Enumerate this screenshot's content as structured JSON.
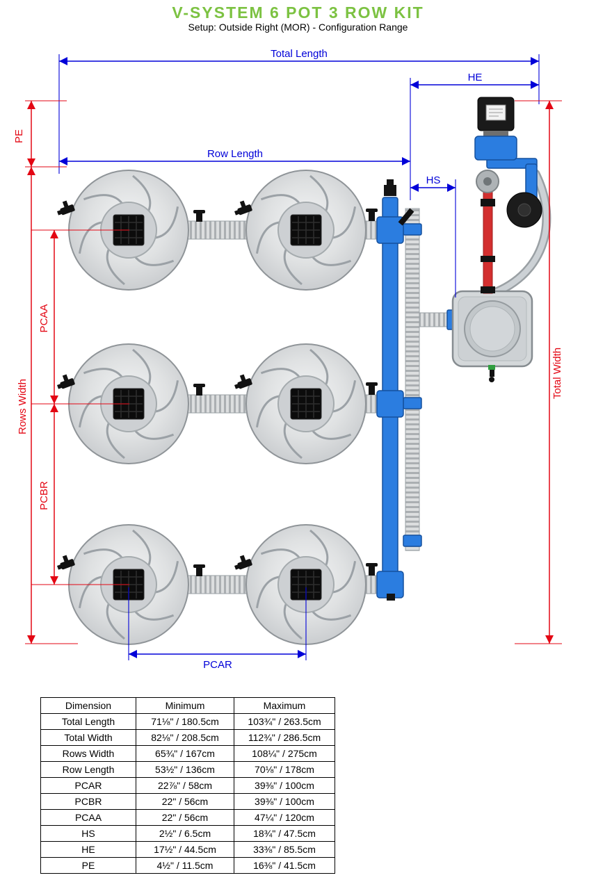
{
  "header": {
    "title": "V-SYSTEM 6 POT 3 ROW KIT",
    "subtitle": "Setup: Outside Right (MOR) - Configuration Range"
  },
  "colors": {
    "title_green": "#7cc242",
    "dimension_blue": "#0000d8",
    "dimension_red": "#e30613",
    "pipe_blue": "#2b7de0"
  },
  "diagram": {
    "labels": {
      "total_length": "Total Length",
      "he": "HE",
      "pe": "PE",
      "row_length": "Row Length",
      "hs": "HS",
      "pcaa": "PCAA",
      "pcbr": "PCBR",
      "rows_width": "Rows Width",
      "total_width": "Total Width",
      "pcar": "PCAR"
    }
  },
  "table": {
    "headers": [
      "Dimension",
      "Minimum",
      "Maximum"
    ],
    "rows": [
      {
        "name": "Total Length",
        "min": "71⅛\" / 180.5cm",
        "max": "103¾\" / 263.5cm",
        "color": "blue"
      },
      {
        "name": "Total Width",
        "min": "82⅛\" / 208.5cm",
        "max": "112¾\" / 286.5cm",
        "color": "red"
      },
      {
        "name": "Rows Width",
        "min": "65¾\" / 167cm",
        "max": "108¼\" / 275cm",
        "color": "red"
      },
      {
        "name": "Row Length",
        "min": "53½\" / 136cm",
        "max": "70⅛\" / 178cm",
        "color": "blue"
      },
      {
        "name": "PCAR",
        "min": "22⅞\" / 58cm",
        "max": "39⅜\" / 100cm",
        "color": "blue"
      },
      {
        "name": "PCBR",
        "min": "22\" / 56cm",
        "max": "39⅜\" / 100cm",
        "color": "red"
      },
      {
        "name": "PCAA",
        "min": "22\" / 56cm",
        "max": "47¼\" / 120cm",
        "color": "red"
      },
      {
        "name": "HS",
        "min": "2½\" / 6.5cm",
        "max": "18¾\" / 47.5cm",
        "color": "blue"
      },
      {
        "name": "HE",
        "min": "17½\" / 44.5cm",
        "max": "33⅜\" / 85.5cm",
        "color": "blue"
      },
      {
        "name": "PE",
        "min": "4½\" / 11.5cm",
        "max": "16⅜\" / 41.5cm",
        "color": "red"
      }
    ]
  }
}
